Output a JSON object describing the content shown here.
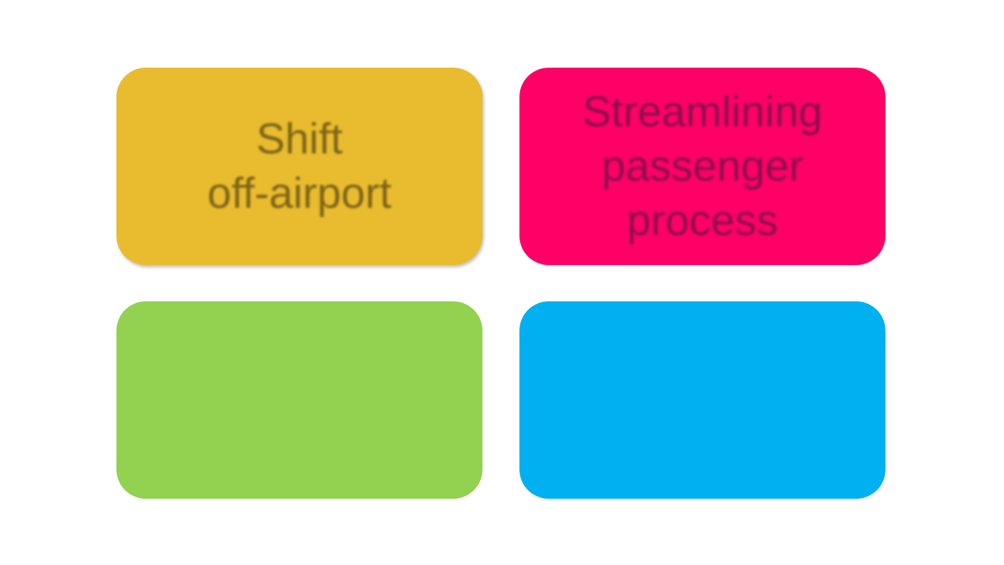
{
  "tiles": [
    {
      "id": "shift-off-airport",
      "color": "#E9BC2F",
      "text_color": "#7D6418",
      "lines": [
        "Shift",
        "off-airport"
      ]
    },
    {
      "id": "streamlining-passenger-process",
      "color": "#FF0066",
      "text_color": "#8E0D4D",
      "lines": [
        "Streamlining",
        "passenger",
        "process"
      ]
    },
    {
      "id": "green-empty",
      "color": "#93D150",
      "lines": []
    },
    {
      "id": "blue-empty",
      "color": "#00B0F0",
      "lines": []
    }
  ]
}
